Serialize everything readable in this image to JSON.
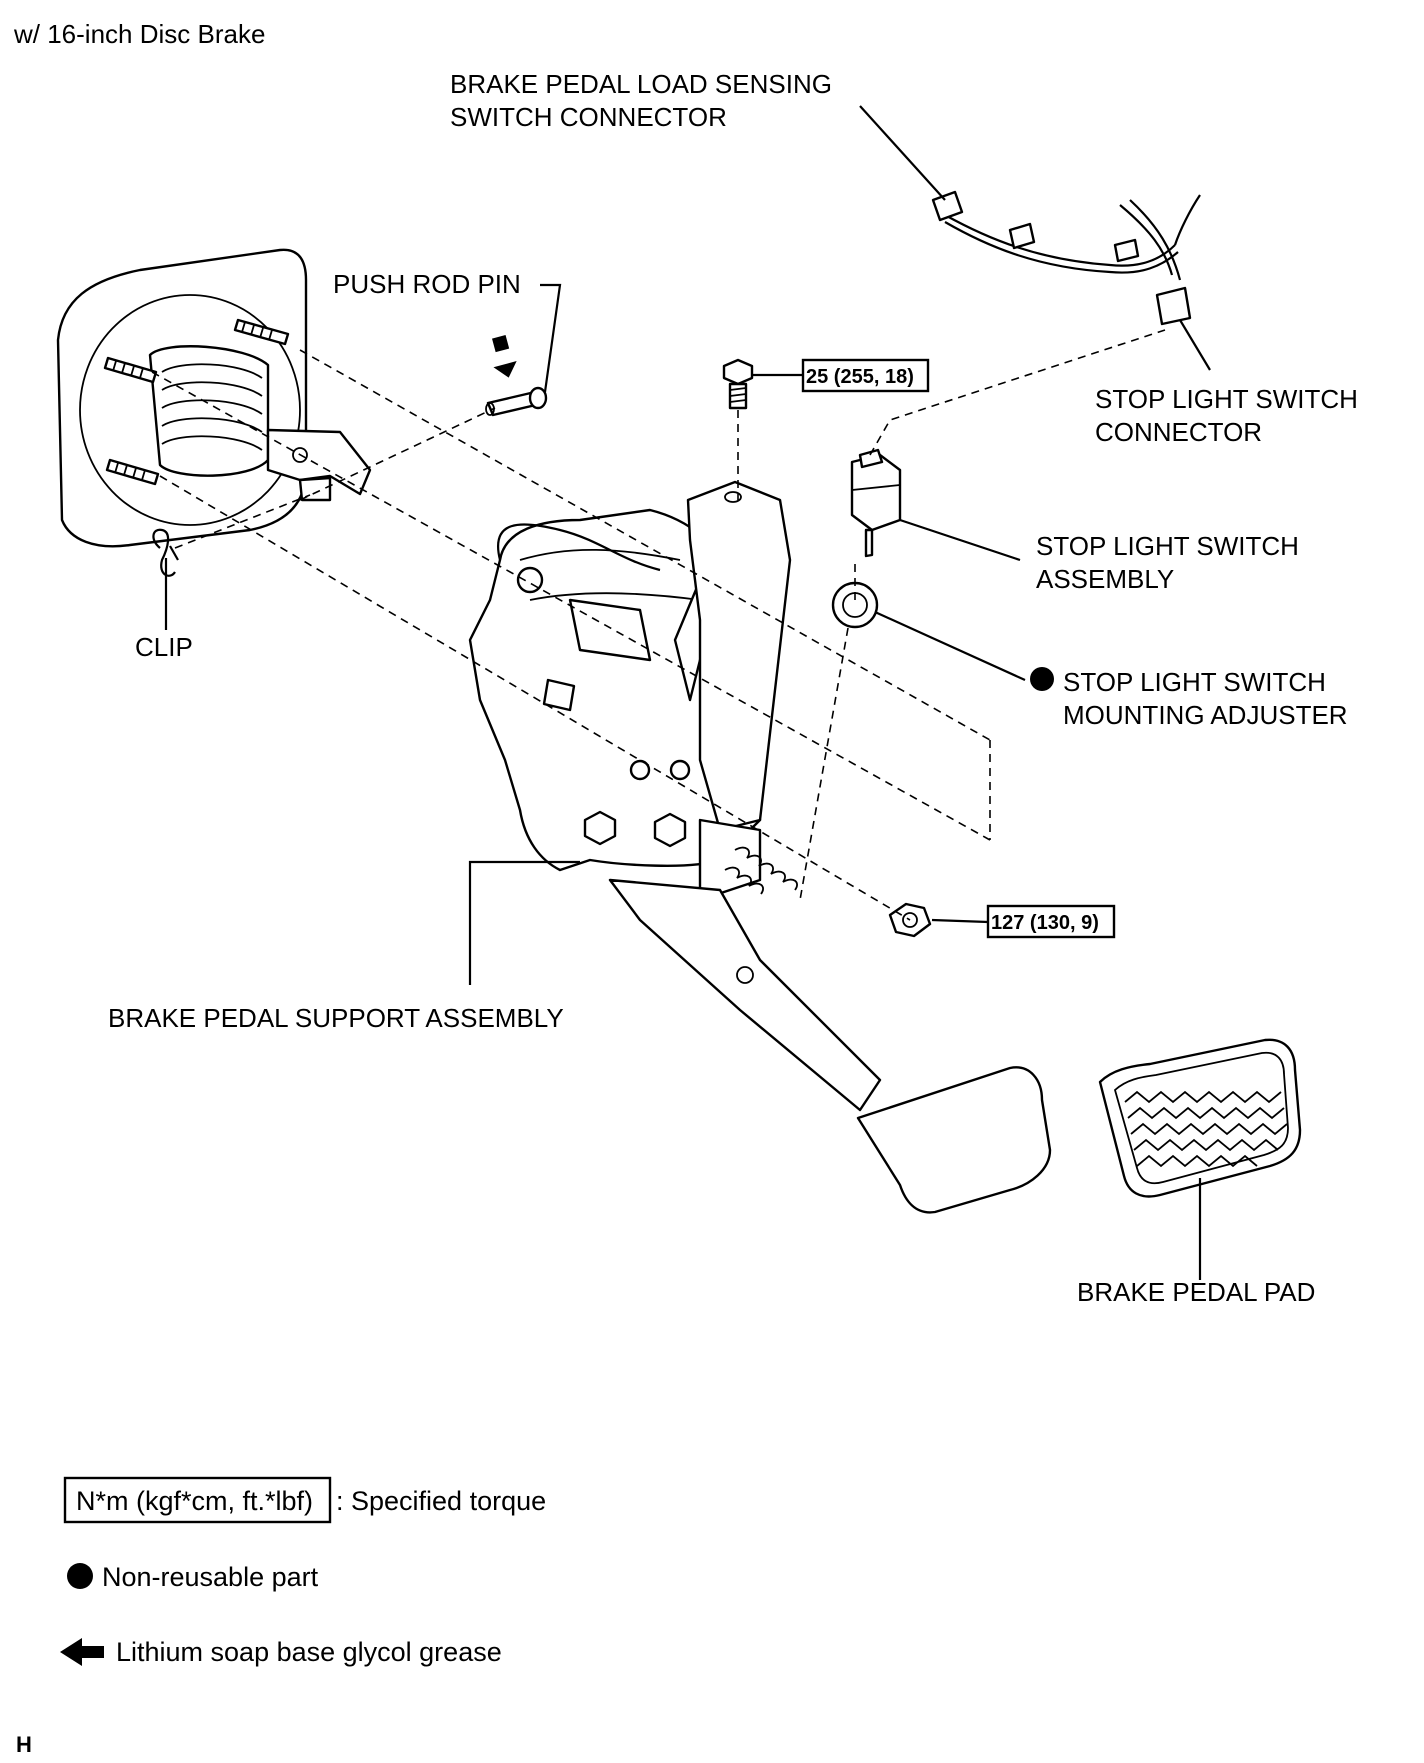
{
  "header": {
    "variant": "w/ 16-inch Disc Brake"
  },
  "labels": {
    "load_sensing_line1": "BRAKE PEDAL LOAD SENSING",
    "load_sensing_line2": "SWITCH CONNECTOR",
    "push_rod_pin": "PUSH ROD PIN",
    "stop_light_connector_line1": "STOP LIGHT SWITCH",
    "stop_light_connector_line2": "CONNECTOR",
    "stop_light_assembly_line1": "STOP LIGHT SWITCH",
    "stop_light_assembly_line2": "ASSEMBLY",
    "mounting_adjuster_line1": "STOP LIGHT SWITCH",
    "mounting_adjuster_line2": "MOUNTING ADJUSTER",
    "clip": "CLIP",
    "brake_pedal_support": "BRAKE PEDAL SUPPORT ASSEMBLY",
    "brake_pedal_pad": "BRAKE PEDAL PAD"
  },
  "torque": {
    "bolt": "25 (255, 18)",
    "nut": "127 (130, 9)"
  },
  "legend": {
    "torque_unit": "N*m (kgf*cm, ft.*lbf)",
    "torque_desc": ": Specified torque",
    "non_reusable": "Non-reusable part",
    "grease": "Lithium soap base glycol grease"
  },
  "footer": {
    "code": "H"
  }
}
